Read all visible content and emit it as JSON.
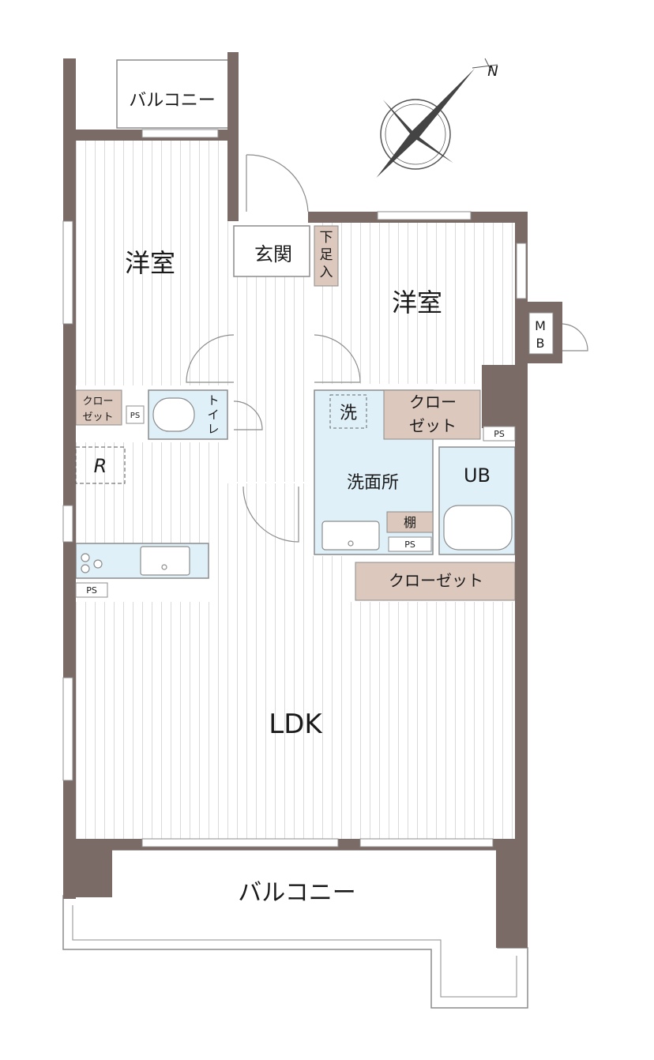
{
  "rooms": {
    "balcony_top": "バルコニー",
    "bedroom_west": "洋室",
    "bedroom_east": "洋室",
    "entrance": "玄関",
    "shoe_cabinet": [
      "下",
      "足",
      "入"
    ],
    "closet_west": [
      "クロー",
      "ゼット"
    ],
    "closet_east": [
      "クロー",
      "ゼット"
    ],
    "closet_ldk": "クローゼット",
    "toilet": [
      "ト",
      "イ",
      "レ"
    ],
    "refrigerator": "R",
    "washer": "洗",
    "washroom": "洗面所",
    "bath": "UB",
    "shelf": "棚",
    "meter_box": [
      "M",
      "B"
    ],
    "ldk": "LDK",
    "balcony_bottom": "バルコニー"
  },
  "pipe_spaces": [
    "PS",
    "PS",
    "PS",
    "PS"
  ],
  "compass": {
    "north_label": "N"
  },
  "colors": {
    "wall": "#7a6b66",
    "closet": "#dcc8bd",
    "wet_area": "#dff0f8",
    "floor_line": "#9a9a9a",
    "outline": "#8c8c8c"
  }
}
